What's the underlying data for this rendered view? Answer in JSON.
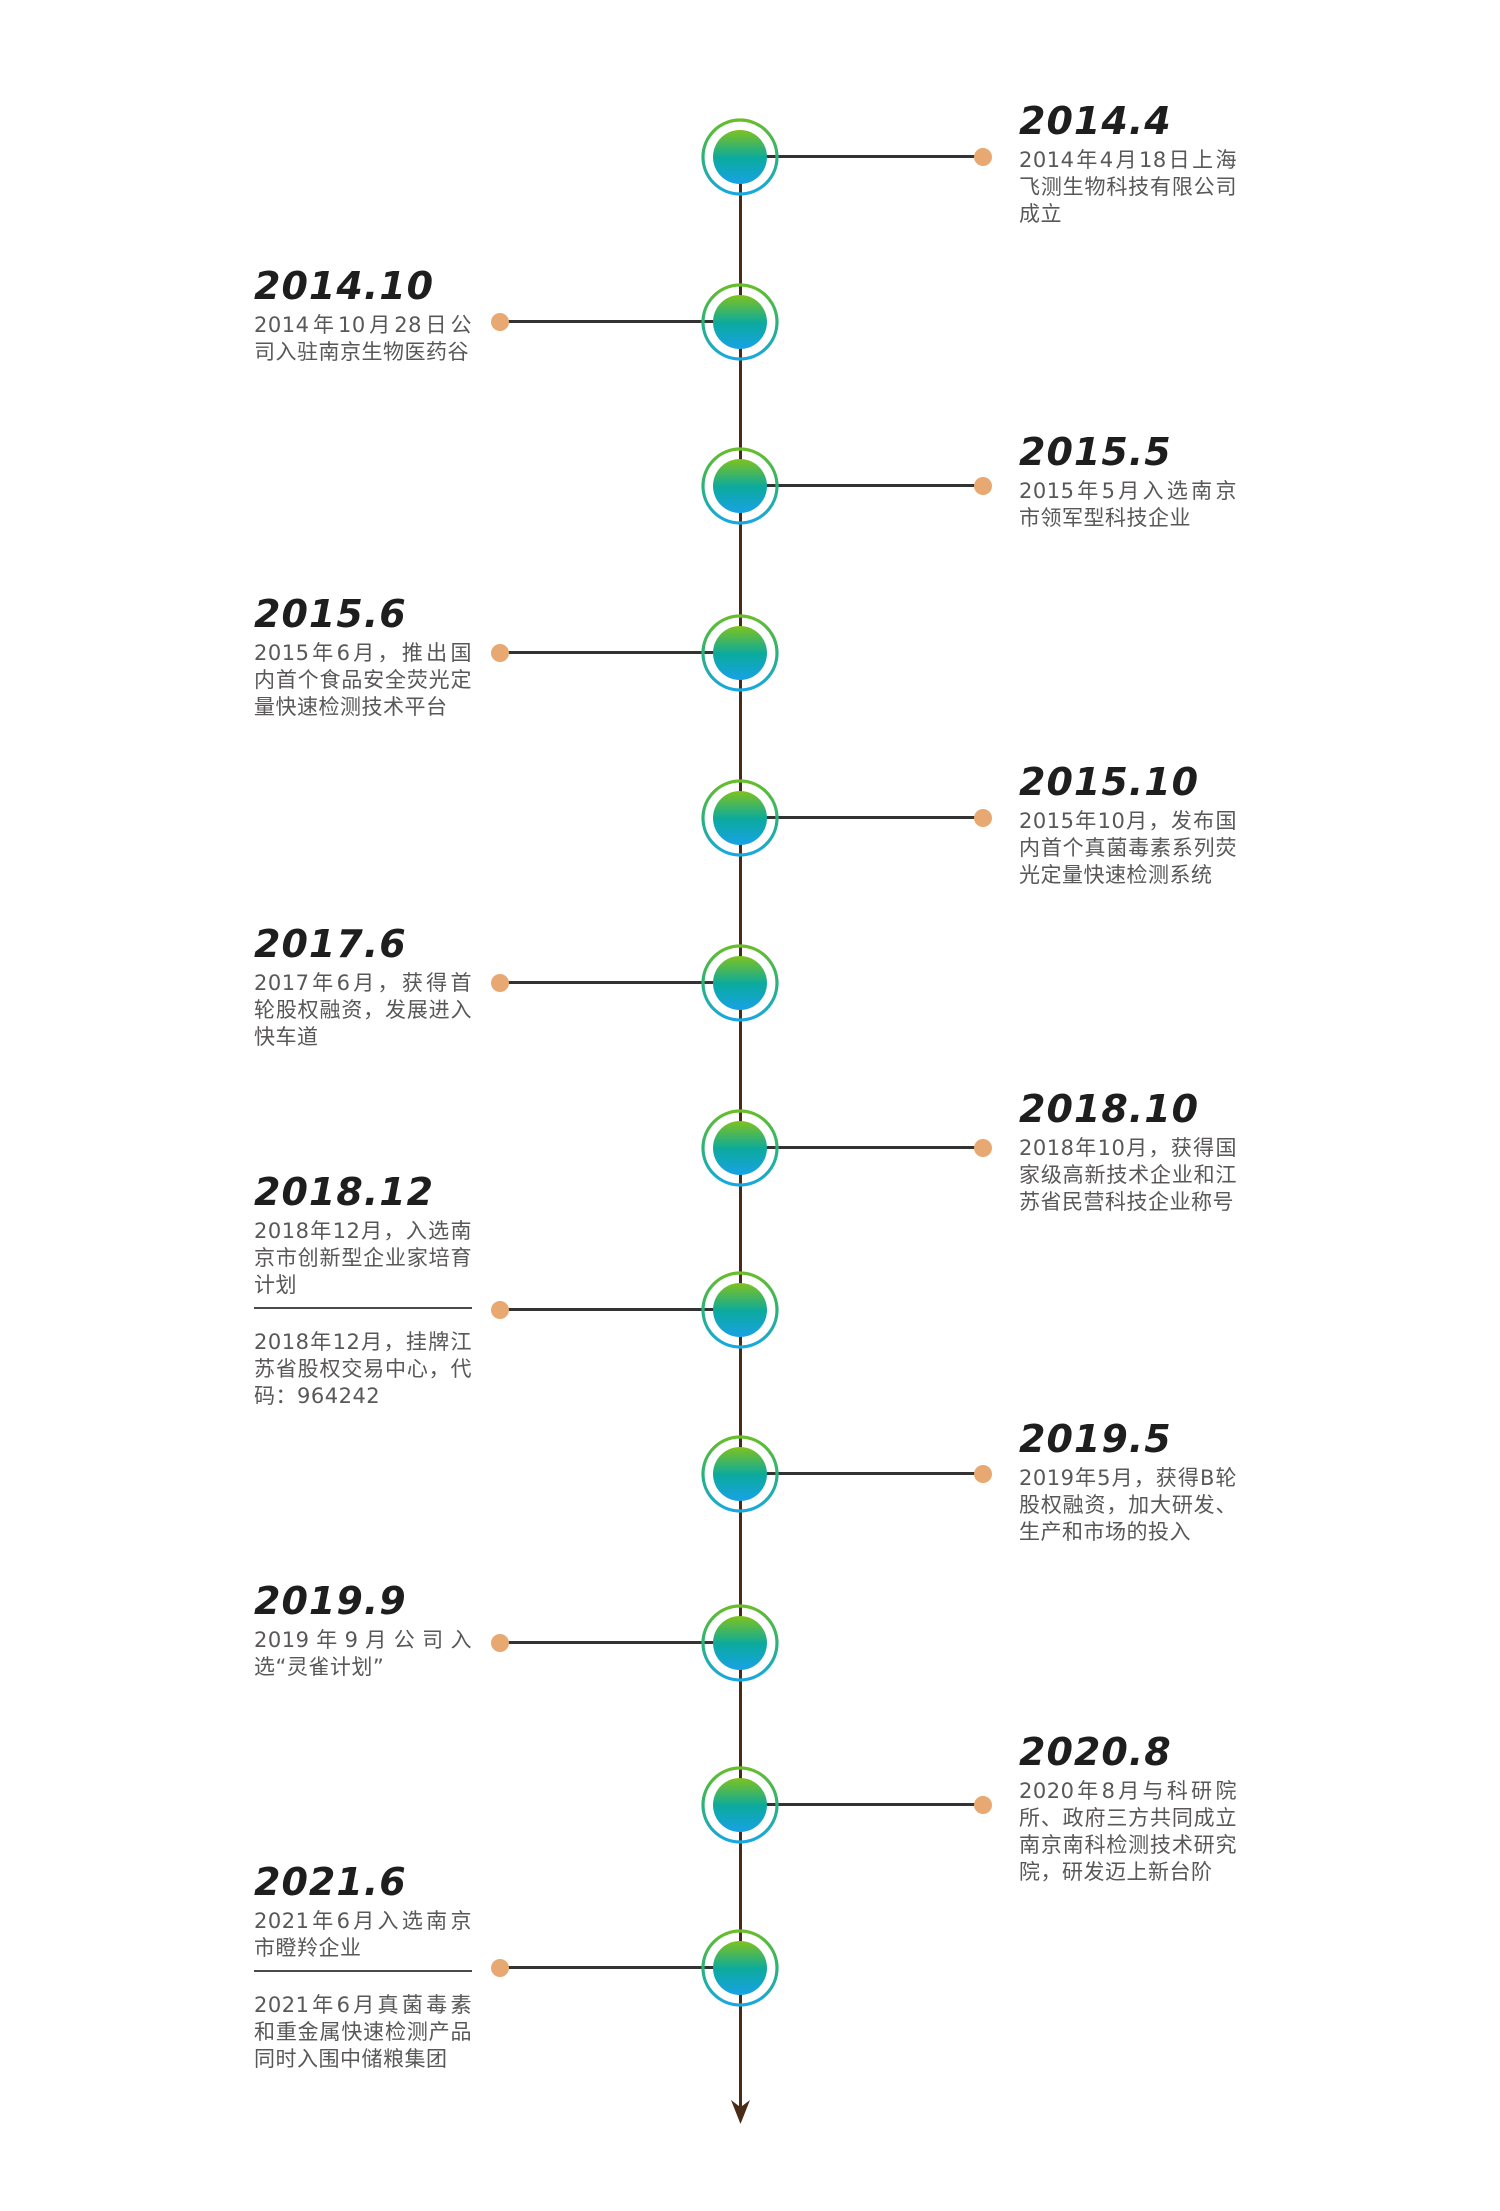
{
  "page": {
    "background": "#ffffff",
    "language": "zh-CN",
    "kind": "company-milestones-timeline"
  },
  "colors": {
    "axis_line": "#4a2b16",
    "connector_line": "#333333",
    "connector_dot": "#e7a971",
    "node_ring_gradient_top": "#68be2a",
    "node_ring_gradient_bottom": "#17a8e3",
    "node_fill_gradient_top": "#7fc21d",
    "node_fill_gradient_mid": "#0baa9e",
    "node_fill_gradient_bottom": "#18a2e6",
    "date_text": "#1e1e1e",
    "body_text": "#595757",
    "divider": "#4a4a4a"
  },
  "icons": {
    "node": "gradient-ringed-circle",
    "arrow": "down-arrowhead"
  },
  "timeline": {
    "entries": [
      {
        "date": "2014.4",
        "side": "right",
        "paragraphs": [
          "2014年4月18日上海飞测生物科技有限公司成立"
        ]
      },
      {
        "date": "2014.10",
        "side": "left",
        "paragraphs": [
          "2014年10月28日公司入驻南京生物医药谷"
        ]
      },
      {
        "date": "2015.5",
        "side": "right",
        "paragraphs": [
          "2015年5月入选南京市领军型科技企业"
        ]
      },
      {
        "date": "2015.6",
        "side": "left",
        "paragraphs": [
          "2015年6月，推出国内首个食品安全荧光定量快速检测技术平台"
        ]
      },
      {
        "date": "2015.10",
        "side": "right",
        "paragraphs": [
          "2015年10月，发布国内首个真菌毒素系列荧光定量快速检测系统"
        ]
      },
      {
        "date": "2017.6",
        "side": "left",
        "paragraphs": [
          "2017年6月，获得首轮股权融资，发展进入快车道"
        ]
      },
      {
        "date": "2018.10",
        "side": "right",
        "paragraphs": [
          "2018年10月，获得国家级高新技术企业和江苏省民营科技企业称号"
        ]
      },
      {
        "date": "2018.12",
        "side": "left",
        "paragraphs": [
          "2018年12月，入选南京市创新型企业家培育计划",
          "2018年12月，挂牌江苏省股权交易中心，代码：964242"
        ]
      },
      {
        "date": "2019.5",
        "side": "right",
        "paragraphs": [
          "2019年5月，获得B轮股权融资，加大研发、生产和市场的投入"
        ]
      },
      {
        "date": "2019.9",
        "side": "left",
        "paragraphs": [
          "2019年9月公司入选“灵雀计划”"
        ]
      },
      {
        "date": "2020.8",
        "side": "right",
        "paragraphs": [
          "2020年8月与科研院所、政府三方共同成立南京南科检测技术研究院，研发迈上新台阶"
        ]
      },
      {
        "date": "2021.6",
        "side": "left",
        "paragraphs": [
          "2021年6月入选南京市瞪羚企业",
          "2021年6月真菌毒素和重金属快速检测产品同时入围中储粮集团"
        ]
      }
    ]
  }
}
